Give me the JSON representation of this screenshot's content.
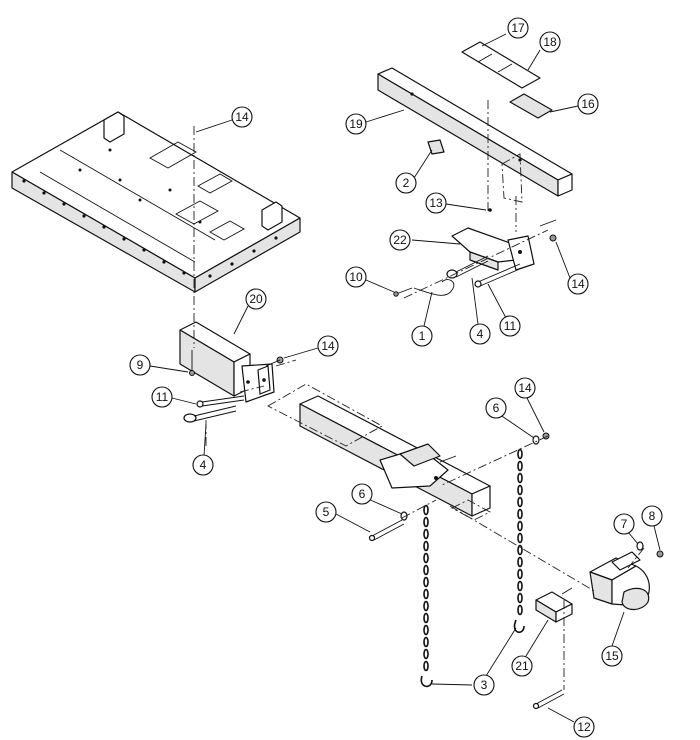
{
  "callouts": {
    "c1": "1",
    "c2": "2",
    "c3": "3",
    "c4a": "4",
    "c4b": "4",
    "c5": "5",
    "c6a": "6",
    "c6b": "6",
    "c7": "7",
    "c8": "8",
    "c9": "9",
    "c10": "10",
    "c11a": "11",
    "c11b": "11",
    "c12": "12",
    "c13": "13",
    "c14a": "14",
    "c14b": "14",
    "c14c": "14",
    "c14d": "14",
    "c15": "15",
    "c16": "16",
    "c17": "17",
    "c18": "18",
    "c19": "19",
    "c20": "20",
    "c21": "21",
    "c22": "22"
  }
}
